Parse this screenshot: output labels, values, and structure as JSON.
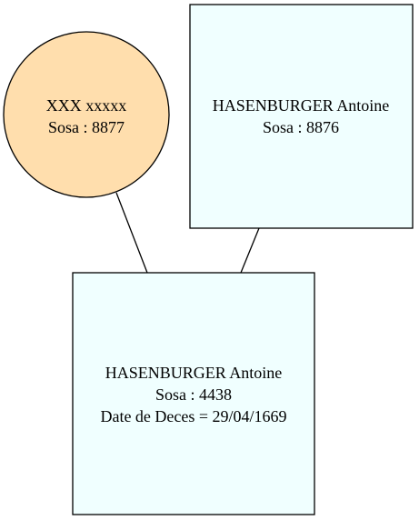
{
  "nodes": {
    "mother": {
      "lines": [
        "XXX xxxxx",
        "Sosa : 8877"
      ],
      "fill": "#ffdead",
      "stroke": "#000000"
    },
    "father": {
      "lines": [
        "HASENBURGER Antoine",
        "Sosa : 8876"
      ],
      "fill": "#f0ffff",
      "stroke": "#000000"
    },
    "child": {
      "lines": [
        "HASENBURGER Antoine",
        "Sosa : 4438",
        "Date de Deces = 29/04/1669"
      ],
      "fill": "#f0ffff",
      "stroke": "#000000"
    }
  },
  "edges": [
    {
      "from": "mother",
      "to": "child"
    },
    {
      "from": "father",
      "to": "child"
    }
  ]
}
